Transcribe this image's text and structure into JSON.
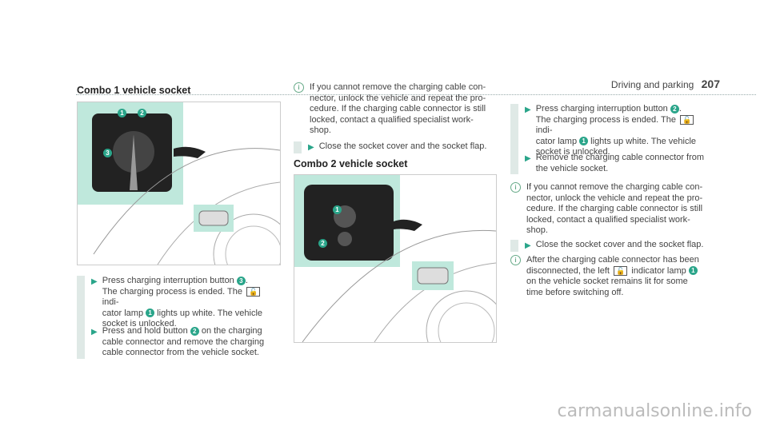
{
  "header": {
    "section": "Driving and parking",
    "page": "207"
  },
  "section1": {
    "title": "Combo 1 vehicle socket"
  },
  "section2": {
    "title": "Combo 2 vehicle socket"
  },
  "callouts": {
    "one": "1",
    "two": "2",
    "three": "3"
  },
  "left_steps": [
    {
      "a": "Press charging interruption button ",
      "b": ".",
      "c": "The charging process is ended. The ",
      "d": " indi-",
      "e": "cator lamp ",
      "f": " lights up white. The vehicle",
      "g": "socket is unlocked."
    },
    {
      "a": "Press and hold button ",
      "b": " on the charging",
      "c": "cable connector and remove the charging",
      "d": "cable connector from the vehicle socket."
    }
  ],
  "mid_info": {
    "l1": "If you cannot remove the charging cable con-",
    "l2": "nector, unlock the vehicle and repeat the pro-",
    "l3": "cedure. If the charging cable connector is still",
    "l4": "locked, contact a qualified specialist work-",
    "l5": "shop."
  },
  "mid_step": {
    "l1": "Close the socket cover and the socket flap."
  },
  "right_step1": {
    "a": "Press charging interruption button ",
    "b": ".",
    "c": "The charging process is ended. The ",
    "d": " indi-",
    "e": "cator lamp ",
    "f": " lights up white. The vehicle",
    "g": "socket is unlocked."
  },
  "right_step2": {
    "l1": "Remove the charging cable connector from",
    "l2": "the vehicle socket."
  },
  "right_info1": {
    "l1": "If you cannot remove the charging cable con-",
    "l2": "nector, unlock the vehicle and repeat the pro-",
    "l3": "cedure. If the charging cable connector is still",
    "l4": "locked, contact a qualified specialist work-",
    "l5": "shop."
  },
  "right_step3": {
    "l1": "Close the socket cover and the socket flap."
  },
  "right_info2": {
    "a": "After the charging cable connector has been",
    "b": "disconnected, the left ",
    "c": " indicator lamp ",
    "d": "on the vehicle socket remains lit for some",
    "e": "time before switching off."
  },
  "watermark": "carmanualsonline.info",
  "icons": {
    "lock": "🔓",
    "arrow": "▶",
    "info": "i"
  },
  "colors": {
    "accent": "#2aa58a",
    "highlight": "#bfe8dc"
  }
}
